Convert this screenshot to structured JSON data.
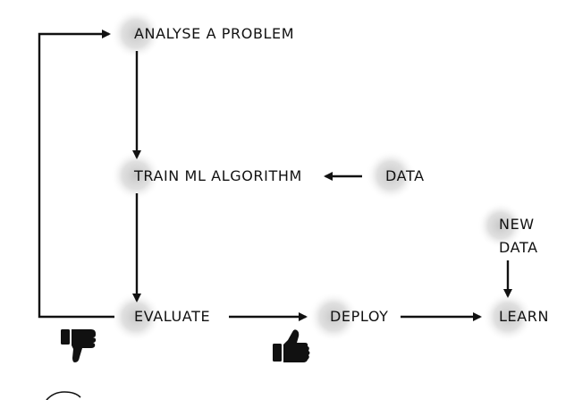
{
  "diagram": {
    "nodes": {
      "analyse": "ANALYSE A PROBLEM",
      "train": "TRAIN ML ALGORITHM",
      "data": "DATA",
      "evaluate": "EVALUATE",
      "deploy": "DEPLOY",
      "learn": "LEARN",
      "new_data": [
        "NEW",
        "DATA"
      ]
    },
    "icons": {
      "reject": "thumbs-down-icon",
      "approve": "thumbs-up-icon"
    },
    "colors": {
      "ink": "#111111",
      "highlight": "#c8c8c8",
      "background": "#ffffff"
    }
  }
}
